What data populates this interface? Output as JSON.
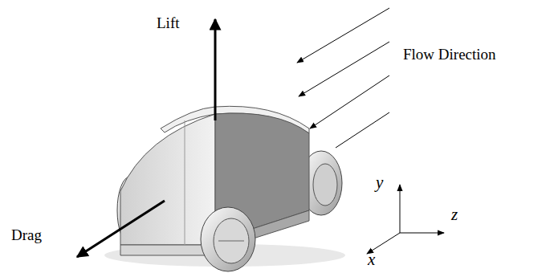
{
  "diagram": {
    "labels": [
      "Lift",
      "Flow Direction",
      "Drag",
      "y",
      "z",
      "x"
    ]
  }
}
